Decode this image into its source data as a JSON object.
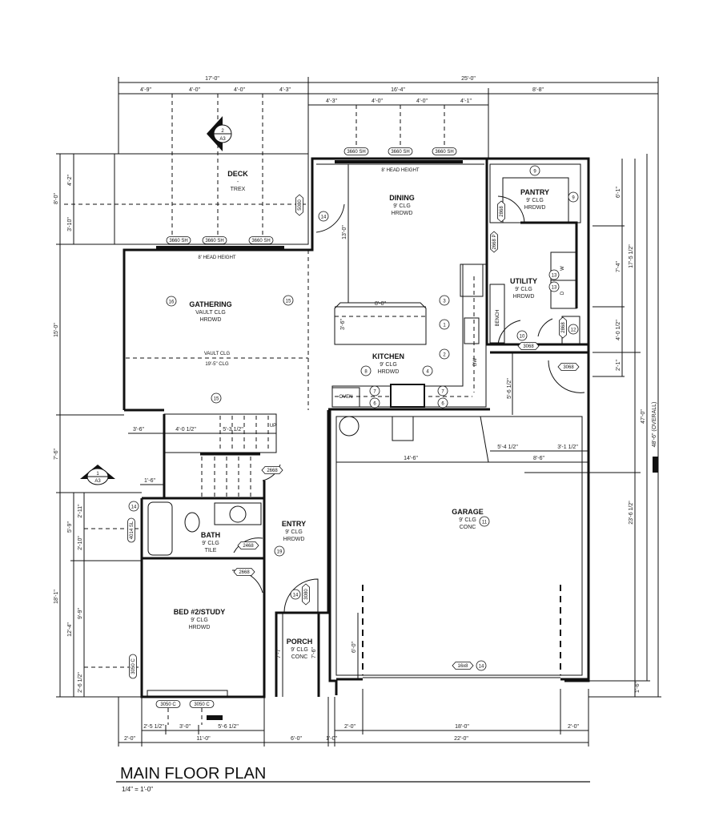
{
  "title": {
    "name": "MAIN FLOOR PLAN",
    "scale": "1/4\" = 1'-0\""
  },
  "rooms": [
    {
      "name": "DECK",
      "lines": [
        "-",
        "TREX"
      ]
    },
    {
      "name": "DINING",
      "lines": [
        "9' CLG",
        "HRDWD"
      ]
    },
    {
      "name": "PANTRY",
      "lines": [
        "9' CLG",
        "HRDWD"
      ]
    },
    {
      "name": "UTILITY",
      "lines": [
        "9' CLG",
        "HRDWD"
      ]
    },
    {
      "name": "GATHERING",
      "lines": [
        "VAULT CLG",
        "HRDWD"
      ]
    },
    {
      "name": "KITCHEN",
      "lines": [
        "9' CLG",
        "HRDWD"
      ]
    },
    {
      "name": "BATH",
      "lines": [
        "9' CLG",
        "TILE"
      ]
    },
    {
      "name": "ENTRY",
      "lines": [
        "9' CLG",
        "HRDWD"
      ]
    },
    {
      "name": "BED #2/STUDY",
      "lines": [
        "9' CLG",
        "HRDWD"
      ]
    },
    {
      "name": "PORCH",
      "lines": [
        "9' CLG",
        "CONC"
      ]
    },
    {
      "name": "GARAGE",
      "lines": [
        "9' CLG",
        "CONC"
      ]
    }
  ],
  "notes": [
    "8' HEAD HEIGHT",
    "8' HEAD HEIGHT",
    "VAULT CLG",
    "19'-5\" CLG",
    "OVEN",
    "BENCH",
    "DW",
    "UP",
    "W",
    "D"
  ],
  "window_tags": [
    "3660 SH",
    "3660 SH",
    "3660 SH",
    "3660 SH",
    "3660 SH",
    "3660 SH",
    "3050 C",
    "3050 C",
    "4014 SL",
    "3050 C"
  ],
  "door_tags": [
    "5080",
    "2868",
    "2668 P",
    "2868",
    "3068",
    "3068",
    "2668",
    "2468",
    "2668",
    "3080",
    "16x8"
  ],
  "keynotes": [
    "9",
    "9",
    "13",
    "13",
    "12",
    "10",
    "14",
    "16",
    "15",
    "15",
    "3",
    "1",
    "2",
    "4",
    "8",
    "7",
    "6",
    "7",
    "6",
    "11",
    "14",
    "19",
    "14",
    "14"
  ],
  "dimensions": {
    "top": [
      "17'-0\"",
      "25'-0\"",
      "4'-9\"",
      "4'-0\"",
      "4'-0\"",
      "4'-3\"",
      "16'-4\"",
      "8'-8\"",
      "4'-3\"",
      "4'-0\"",
      "4'-0\"",
      "4'-1\""
    ],
    "left": [
      "8'-0\"",
      "4'-2\"",
      "3'-10\"",
      "15'-0\"",
      "7'-6\"",
      "5'-9\"",
      "2'-11\"",
      "2'-10\"",
      "18'-1\"",
      "12'-4\"",
      "9'-9\"",
      "2'-6 1/2\""
    ],
    "right": [
      "6'-1\"",
      "7'-4\"",
      "4'-0 1/2\"",
      "2'-1\"",
      "17'-5 1/2\"",
      "47'-0\"",
      "48'-6\" (OVERALL)",
      "23'-6 1/2\"",
      "1'-6\""
    ],
    "interior": [
      "13'-0\"",
      "8'-0\"",
      "3'-6\"",
      "5'-6 1/2\"",
      "5'-4 1/2\"",
      "3'-1 1/2\"",
      "14'-6\"",
      "8'-6\"",
      "3'-6\"",
      "4'-0 1/2\"",
      "5'-3 1/2\"",
      "1'-6\"",
      "6'-0\"",
      "7'-7\"",
      "7'-6\""
    ],
    "bottom": [
      "2'-5 1/2\"",
      "3'-0\"",
      "5'-6 1/2\"",
      "2'-0\"",
      "18'-0\"",
      "2'-0\"",
      "2'-0\"",
      "11'-0\"",
      "6'-0\"",
      "1'-0\"",
      "22'-0\""
    ]
  },
  "section_markers": [
    {
      "number": "2",
      "sheet": "A3"
    },
    {
      "number": "1",
      "sheet": "A3"
    }
  ]
}
